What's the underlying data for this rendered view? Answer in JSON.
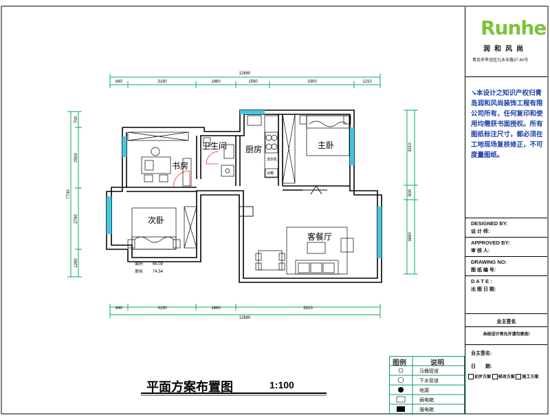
{
  "plan": {
    "title": "平面方案布置图",
    "scale": "1:100",
    "rooms": {
      "bedroom_master": "主卧",
      "study": "书房",
      "bathroom": "卫生间",
      "kitchen": "厨房",
      "bedroom_second": "次卧",
      "living_dining": "客餐厅"
    },
    "area_label": "面积",
    "area_value": "66.09",
    "perimeter_label": "周长",
    "perimeter_value": "74.54",
    "fridge_label": "冰箱",
    "washer_label": "洗衣机",
    "top_dims": {
      "total": "12680",
      "segments": [
        "840",
        "3190",
        "1860",
        "1580",
        "3300",
        "1210"
      ]
    },
    "bottom_dims": {
      "total": "12680",
      "segments": [
        "840",
        "3190",
        "1860",
        "6310"
      ]
    },
    "left_dims": {
      "total": "7730",
      "segments": [
        "700",
        "2500",
        "2790",
        "1280"
      ]
    },
    "right_dims": {
      "segments": [
        "3210",
        "600",
        "3690"
      ]
    }
  },
  "title_block": {
    "logo": "Runhe",
    "logo_sub": "润和风尚",
    "address": "青岛市李沧区九水东路37-40号",
    "notice": "本设计之知识产权归青岛润和风尚装饰工程有限公司所有，任何复印和使用均需获书面授权。所有图纸标注尺寸，都必须在工地现场复核修正，不可度量图纸。",
    "designed_by_en": "DESIGNED BY:",
    "designed_by_cn": "设 计 师:",
    "approved_by_en": "APPROVED BY:",
    "approved_by_cn": "审 核 人:",
    "drawing_no_en": "DRAWING NO:",
    "drawing_no_cn": "图 纸 编 号:",
    "date_en": "D A T E :",
    "date_cn": "出 图 日 期:",
    "owner_sign_title": "业主签名",
    "owner_warning": "未经设计师允许请勿更改!",
    "owner_sign_label": "业主签名:",
    "date_label": "日　　期:",
    "options": [
      "初步方案",
      "修改方案",
      "施工方案"
    ]
  },
  "legend": {
    "col1": "图例",
    "col2": "说明",
    "items": [
      "马桶管道",
      "下水管道",
      "地漏",
      "弱电箱",
      "强电箱"
    ]
  },
  "colors": {
    "wall": "#000000",
    "dimension": "#00b050",
    "window": "#40c8e0",
    "door": "#ff2020",
    "notice": "#1a3ea8",
    "logo": "#7cc23a",
    "legend_grid": "#0a9a7a"
  }
}
